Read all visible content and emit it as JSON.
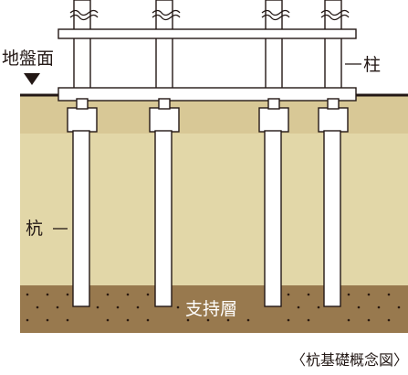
{
  "labels": {
    "ground_surface": "地盤面",
    "column": "柱",
    "pile": "杭",
    "bearing_layer": "支持層"
  },
  "caption": "〈杭基礎概念図〉",
  "colors": {
    "soil": "#e2d7a8",
    "soil_top_band": "#d8c896",
    "bearing_layer": "#98794e",
    "ground_line": "#231815",
    "outline": "#231815",
    "structure_fill": "#ffffff",
    "dots": "#2a1a10"
  }
}
